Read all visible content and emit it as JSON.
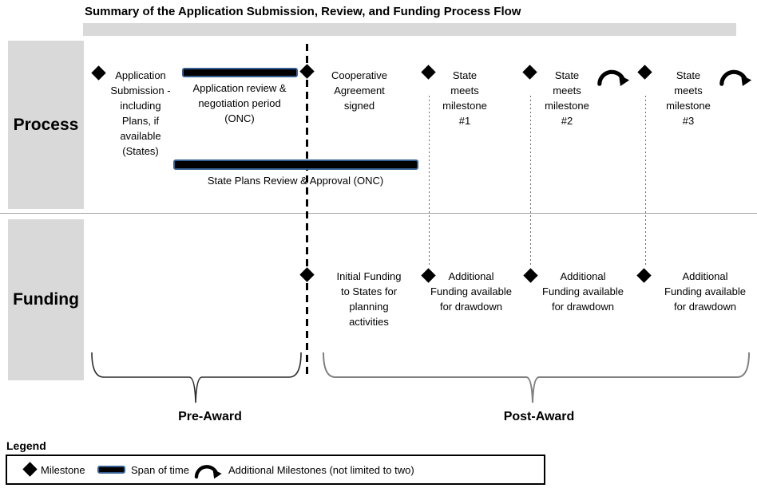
{
  "title": "Summary of the Application Submission, Review, and Funding Process Flow",
  "process_panel": {
    "label": "Process"
  },
  "funding_panel": {
    "label": "Funding"
  },
  "process": {
    "milestones": [
      {
        "label": "Application\nSubmission -\nincluding\nPlans, if\navailable\n(States)"
      },
      {
        "label": "Cooperative\nAgreement\nsigned"
      },
      {
        "label": "State\nmeets\nmilestone\n#1"
      },
      {
        "label": "State\nmeets\nmilestone\n#2"
      },
      {
        "label": "State\nmeets\nmilestone\n#3"
      }
    ],
    "spans": [
      {
        "label": "Application review &\nnegotiation period\n(ONC)"
      },
      {
        "label": "State Plans Review & Approval (ONC)"
      }
    ]
  },
  "funding": {
    "milestones": [
      {
        "label": "Initial Funding\nto States for\nplanning\nactivities"
      },
      {
        "label": "Additional\nFunding available\nfor drawdown"
      },
      {
        "label": "Additional\nFunding available\nfor drawdown"
      },
      {
        "label": "Additional\nFunding available\nfor drawdown"
      }
    ]
  },
  "phases": {
    "pre": "Pre-Award",
    "post": "Post-Award"
  },
  "legend": {
    "heading": "Legend",
    "items": [
      {
        "label": "Milestone"
      },
      {
        "label": "Span of time"
      },
      {
        "label": "Additional Milestones (not limited to two)"
      }
    ]
  },
  "colors": {
    "panel_gray": "#d9d9d9",
    "span_border_blue": "#365f91",
    "span_fill": "#000000",
    "dotted_gray": "#6e6e6e",
    "post_brace_gray": "#808080",
    "pre_brace_dark": "#2b2b2b"
  }
}
